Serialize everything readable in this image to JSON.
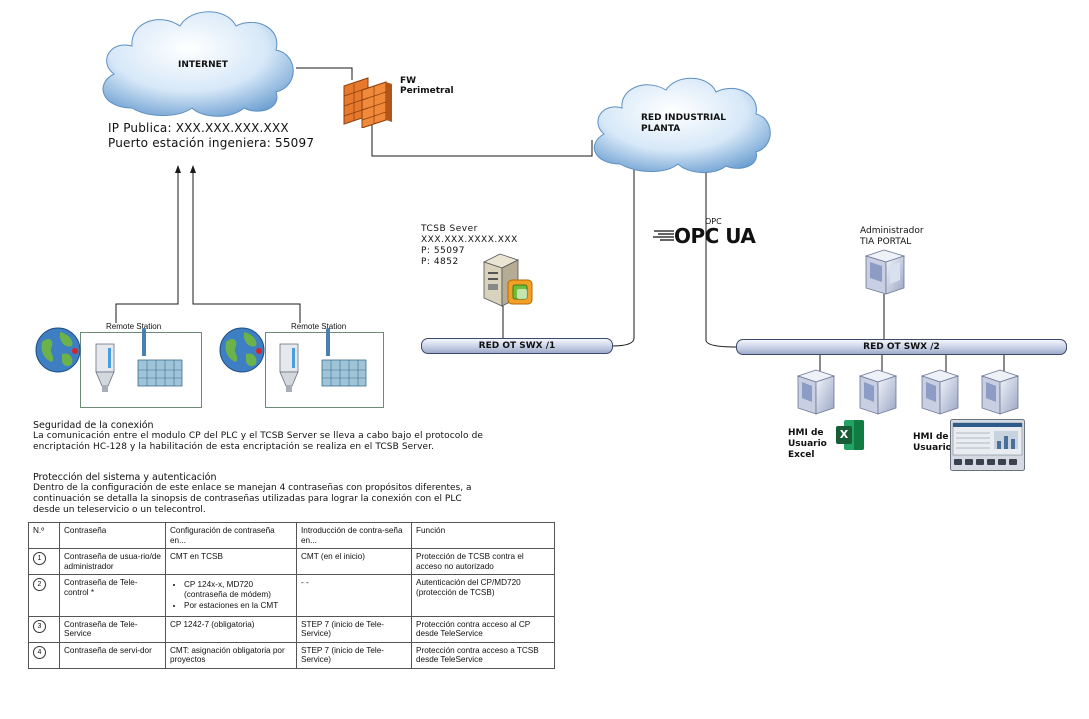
{
  "internet": {
    "cloud_label": "INTERNET",
    "ip_line": "IP Publica: XXX.XXX.XXX.XXX",
    "port_line": "Puerto estación ingeniera: 55097"
  },
  "firewall": {
    "label_line1": "FW",
    "label_line2": "Perimetral"
  },
  "plant_cloud": {
    "label_line1": "RED INDUSTRIAL",
    "label_line2": "PLANTA"
  },
  "tcsb": {
    "line1": "TCSB Sever",
    "line2": "XXX.XXX.XXXX.XXX",
    "line3": "P: 55097",
    "line4": "P: 4852"
  },
  "opc": {
    "label": "OPC",
    "logo_text": "OPC UA"
  },
  "admin": {
    "line1": "Administrador",
    "line2": "TIA PORTAL"
  },
  "buses": {
    "swx1": "RED OT SWX /1",
    "swx2": "RED OT SWX /2"
  },
  "remote_stations": [
    {
      "label": "Remote Station"
    },
    {
      "label": "Remote Station"
    }
  ],
  "hmi": {
    "excel": [
      "HMI de",
      "Usuario",
      "Excel"
    ],
    "excel_icon": "X",
    "panel": [
      "HMI de",
      "Usuario"
    ]
  },
  "security": {
    "title": "Seguridad de la conexión",
    "line1": "La comunicación entre el modulo CP del PLC y el TCSB Server se lleva a cabo bajo el protocolo de",
    "line2": "encriptación HC-128 y la habilitación de esta encriptación se realiza en el TCSB Server."
  },
  "protection": {
    "title": "Protección del sistema y autenticación",
    "line1": "Dentro de la configuración de este enlace se manejan 4 contraseñas con propósitos diferentes, a",
    "line2": "continuación se detalla la sinopsis de contraseñas utilizadas para lograr la conexión con el PLC",
    "line3": "desde un teleservicio o un telecontrol."
  },
  "table": {
    "headers": [
      "N.º",
      "Contraseña",
      "Configuración de contraseña en...",
      "Introducción de contra-seña en...",
      "Función"
    ],
    "rows": [
      {
        "num": "1",
        "c1": "Contraseña de usua-rio/de administrador",
        "c2": "CMT en TCSB",
        "c3": "CMT (en el inicio)",
        "c4": "Protección de TCSB contra el acceso no autorizado"
      },
      {
        "num": "2",
        "c1": "Contraseña de Tele-control *",
        "c2_items": [
          "CP 124x-x, MD720 (contraseña de módem)",
          "Por estaciones en la CMT"
        ],
        "c3": "- -",
        "c4": "Autenticación del CP/MD720 (protección de TCSB)"
      },
      {
        "num": "3",
        "c1": "Contraseña de Tele-Service",
        "c2": "CP 1242-7 (obligatoria)",
        "c3": "STEP 7 (inicio de Tele-Service)",
        "c4": "Protección contra acceso al CP desde TeleService"
      },
      {
        "num": "4",
        "c1": "Contraseña de servi-dor",
        "c2": "CMT: asignación obligatoria por proyectos",
        "c3": "STEP 7 (inicio de Tele-Service)",
        "c4": "Protección contra acceso a TCSB desde TeleService"
      }
    ]
  },
  "colors": {
    "cloud_light": "#e9f2fb",
    "cloud_dark": "#6aa0d2",
    "firewall": "#e8782c",
    "bus": "#b9c4de",
    "excel_green": "#1f7a45"
  }
}
